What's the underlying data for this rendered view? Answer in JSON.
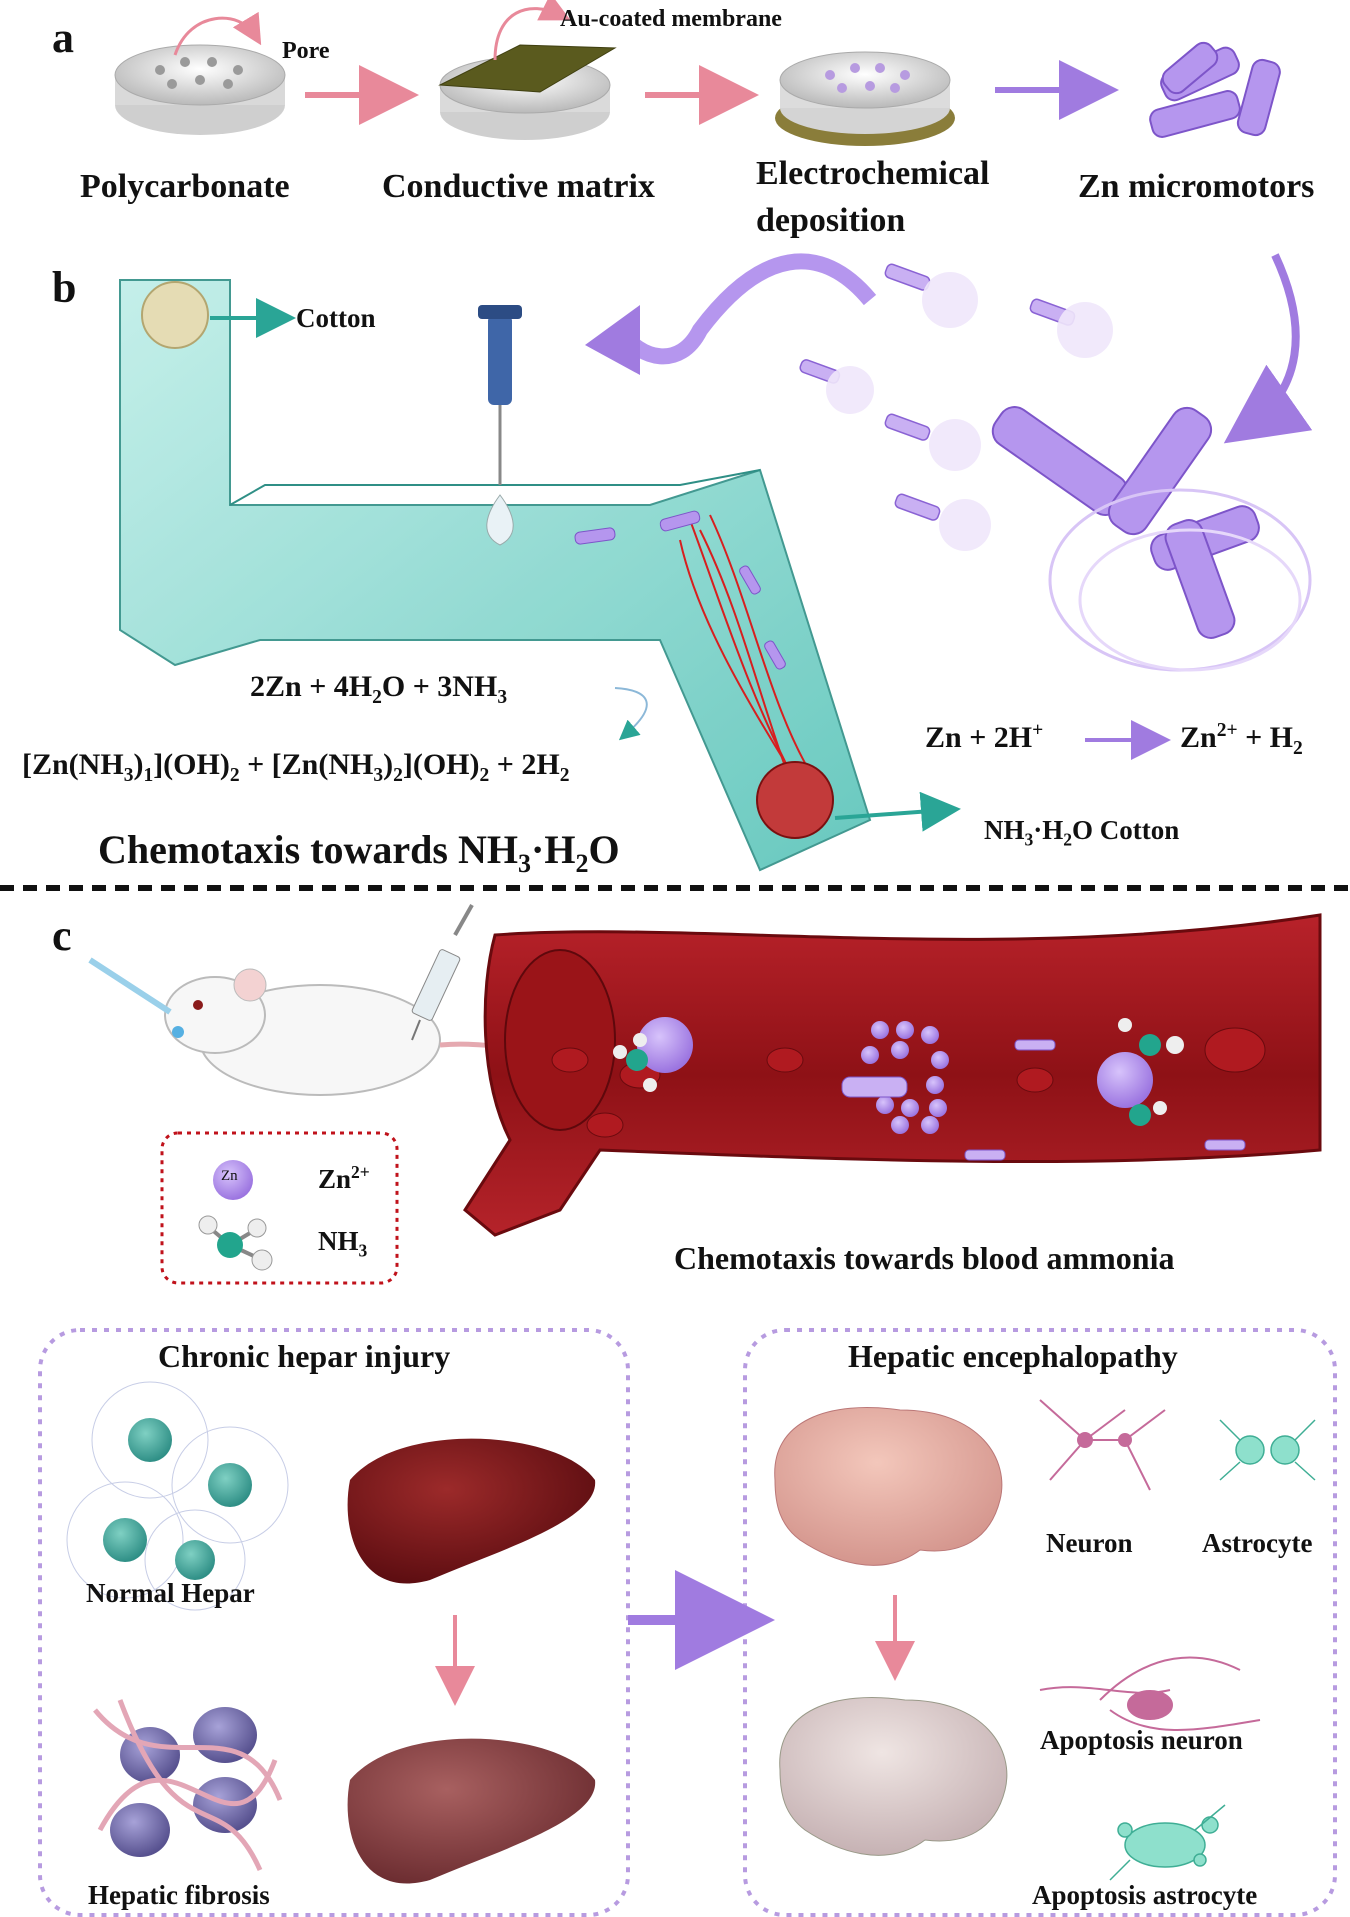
{
  "panels": {
    "a": {
      "letter": "a",
      "pore_label": "Pore",
      "membrane_label": "Au-coated membrane",
      "steps": [
        "Polycarbonate",
        "Conductive matrix",
        "Electrochemical",
        "deposition",
        "Zn micromotors"
      ]
    },
    "b": {
      "letter": "b",
      "cotton_label": "Cotton",
      "nh3_cotton_label": "NH3·H2O Cotton",
      "title": "Chemotaxis towards NH3·H2O",
      "eq1": "2Zn + 4H2O + 3NH3",
      "eq2": "[Zn(NH3)1](OH)2 + [Zn(NH3)2](OH)2 + 2H2",
      "eq3": "Zn + 2H+ → Zn2+ + H2"
    },
    "c": {
      "letter": "c",
      "legend": {
        "zn_label": "Zn2+",
        "nh3_label": "NH3",
        "zn_badge": "Zn"
      },
      "vessel_caption": "Chemotaxis towards blood ammonia",
      "left_box": {
        "title": "Chronic hepar injury",
        "normal": "Normal Hepar",
        "fibrosis": "Hepatic fibrosis"
      },
      "right_box": {
        "title": "Hepatic encephalopathy",
        "neuron": "Neuron",
        "astrocyte": "Astrocyte",
        "apoptosis_neuron": "Apoptosis neuron",
        "apoptosis_astrocyte": "Apoptosis astrocyte"
      }
    }
  },
  "colors": {
    "accent_purple": "#a07be0",
    "arrow_pink": "#e8899a",
    "channel_teal": "#5fc7bd",
    "vessel_red": "#a3161b",
    "dashed_purple": "#b79be0",
    "legend_red": "#c0121b"
  }
}
